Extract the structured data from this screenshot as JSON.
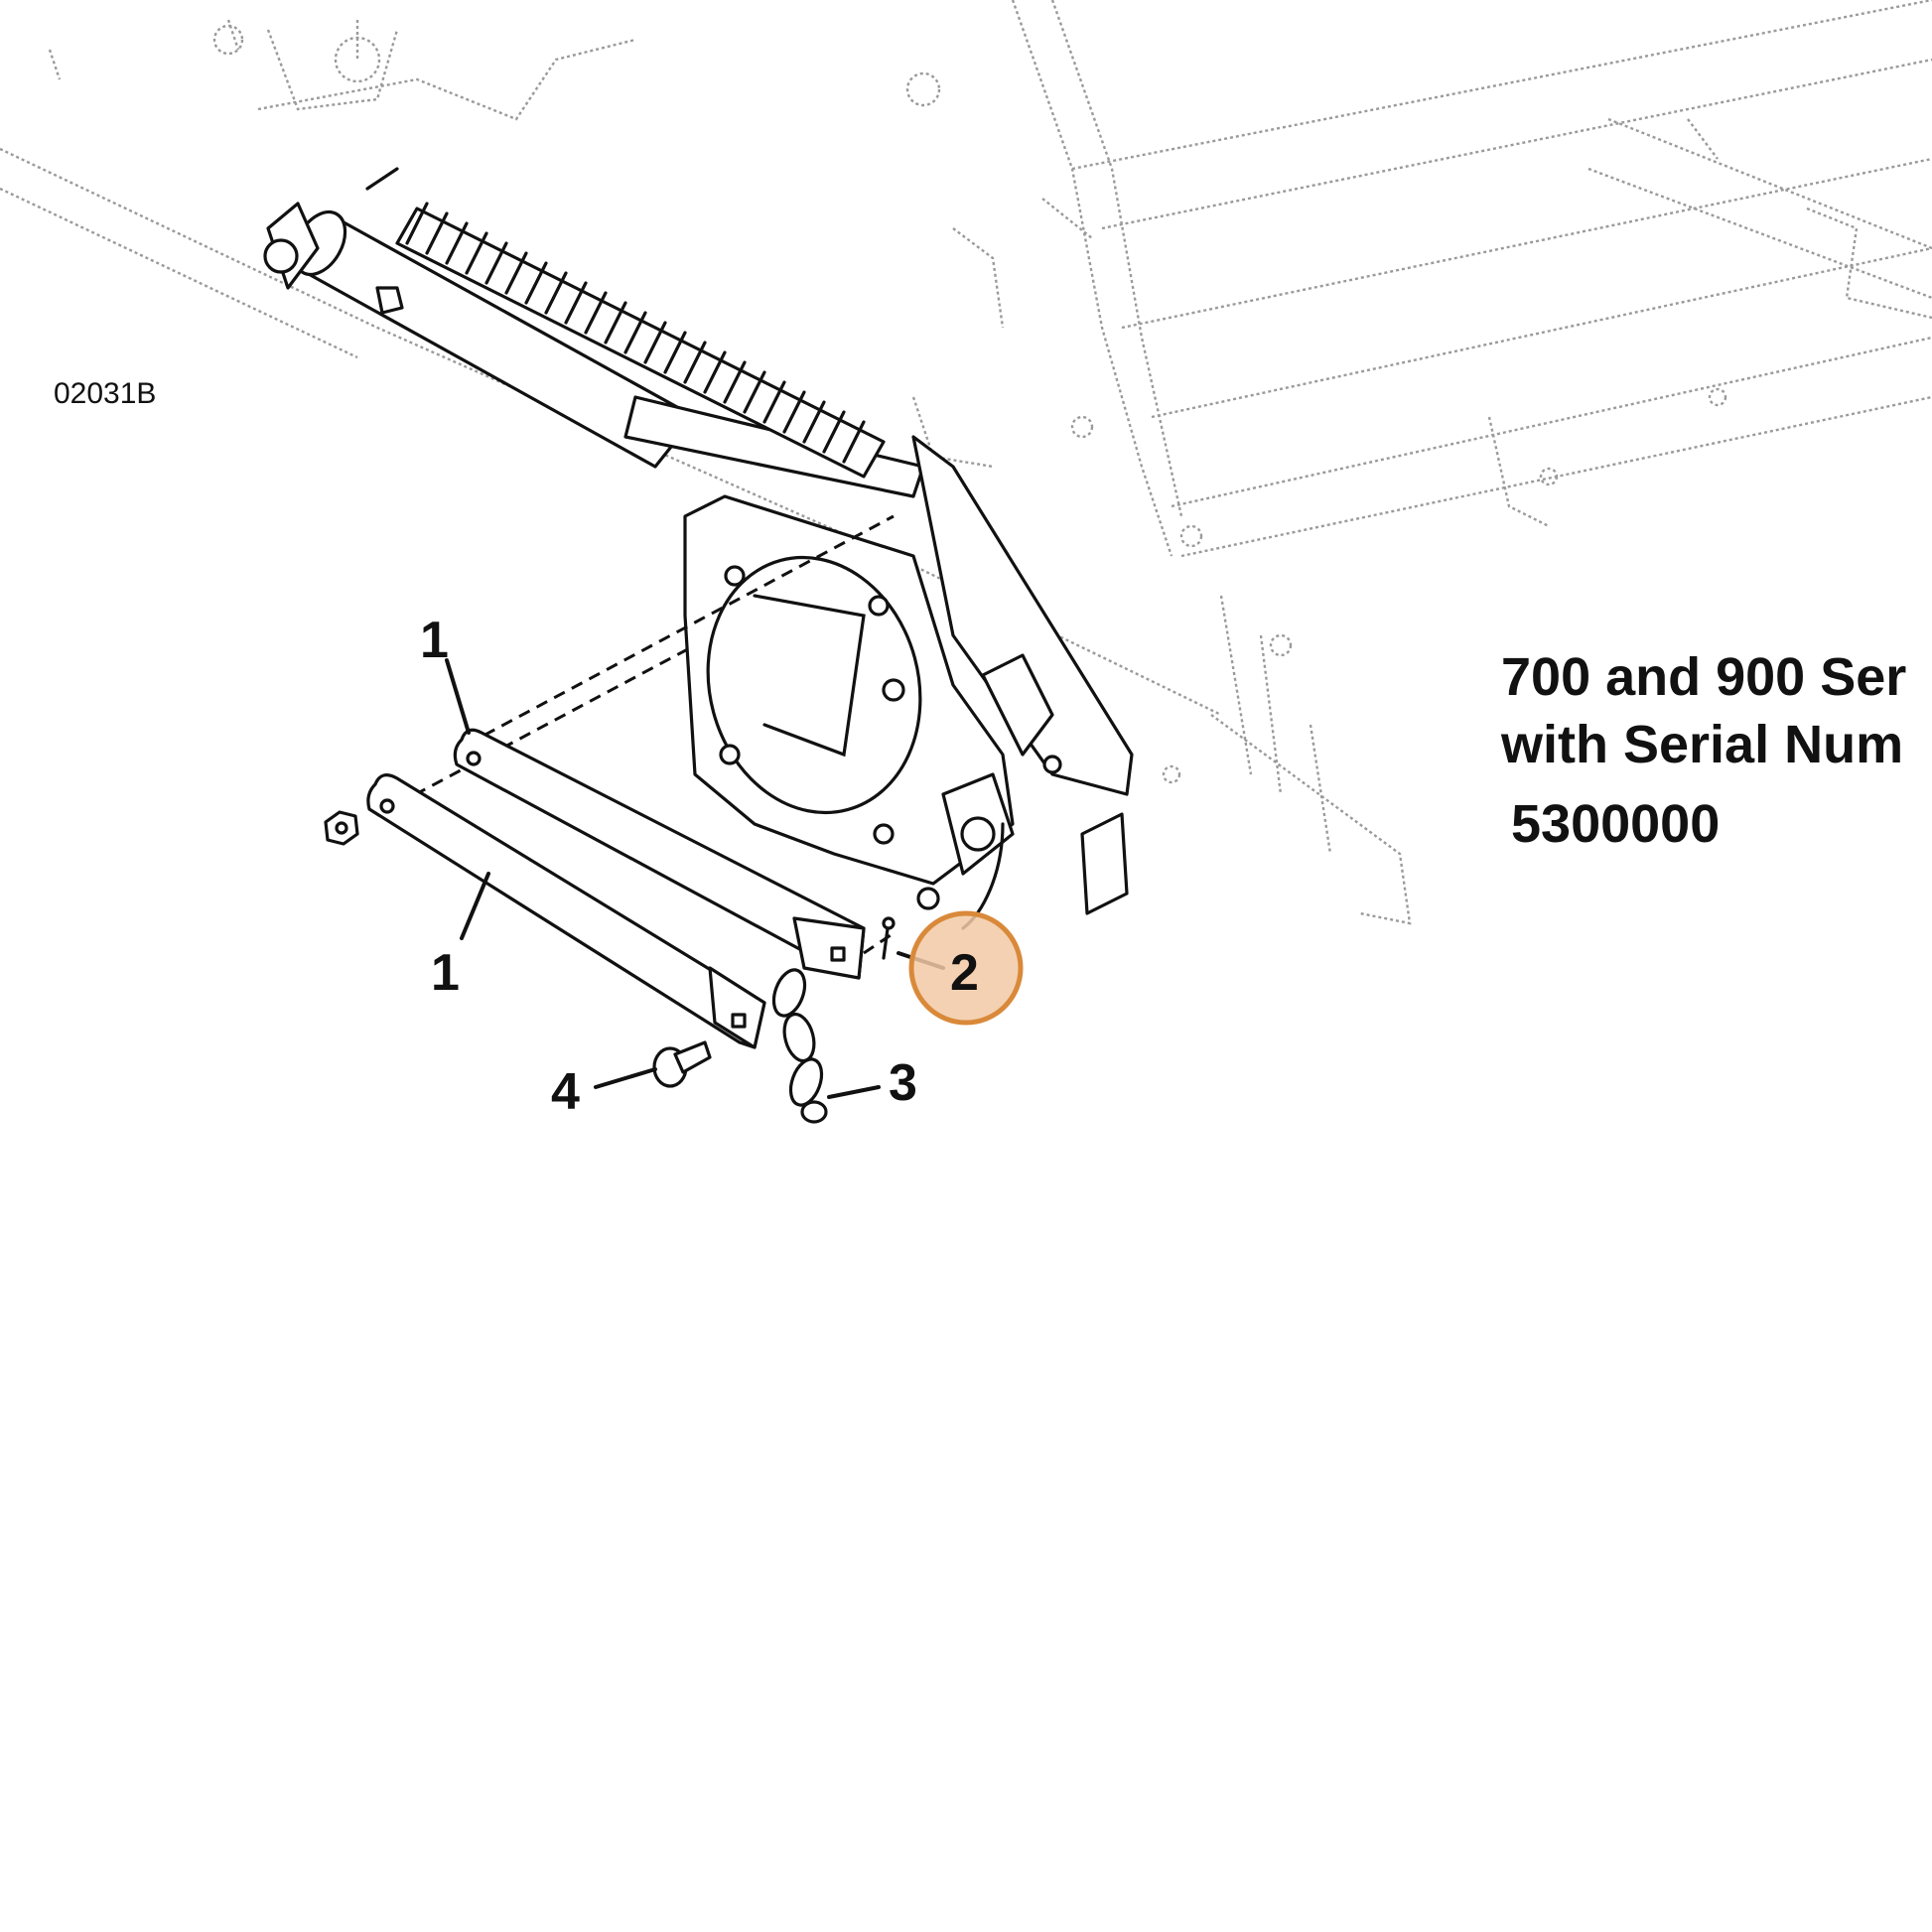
{
  "drawing_id": "02031B",
  "heading": {
    "line1": "700 and 900 Ser",
    "line2": "with Serial Num",
    "line3": "5300000"
  },
  "callouts": {
    "upper_bar": "1",
    "lower_bar": "1",
    "pin": "2",
    "chain": "3",
    "bolt": "4"
  },
  "highlight_color": "#d9893a",
  "highlight_fill": "#f2c9a4"
}
